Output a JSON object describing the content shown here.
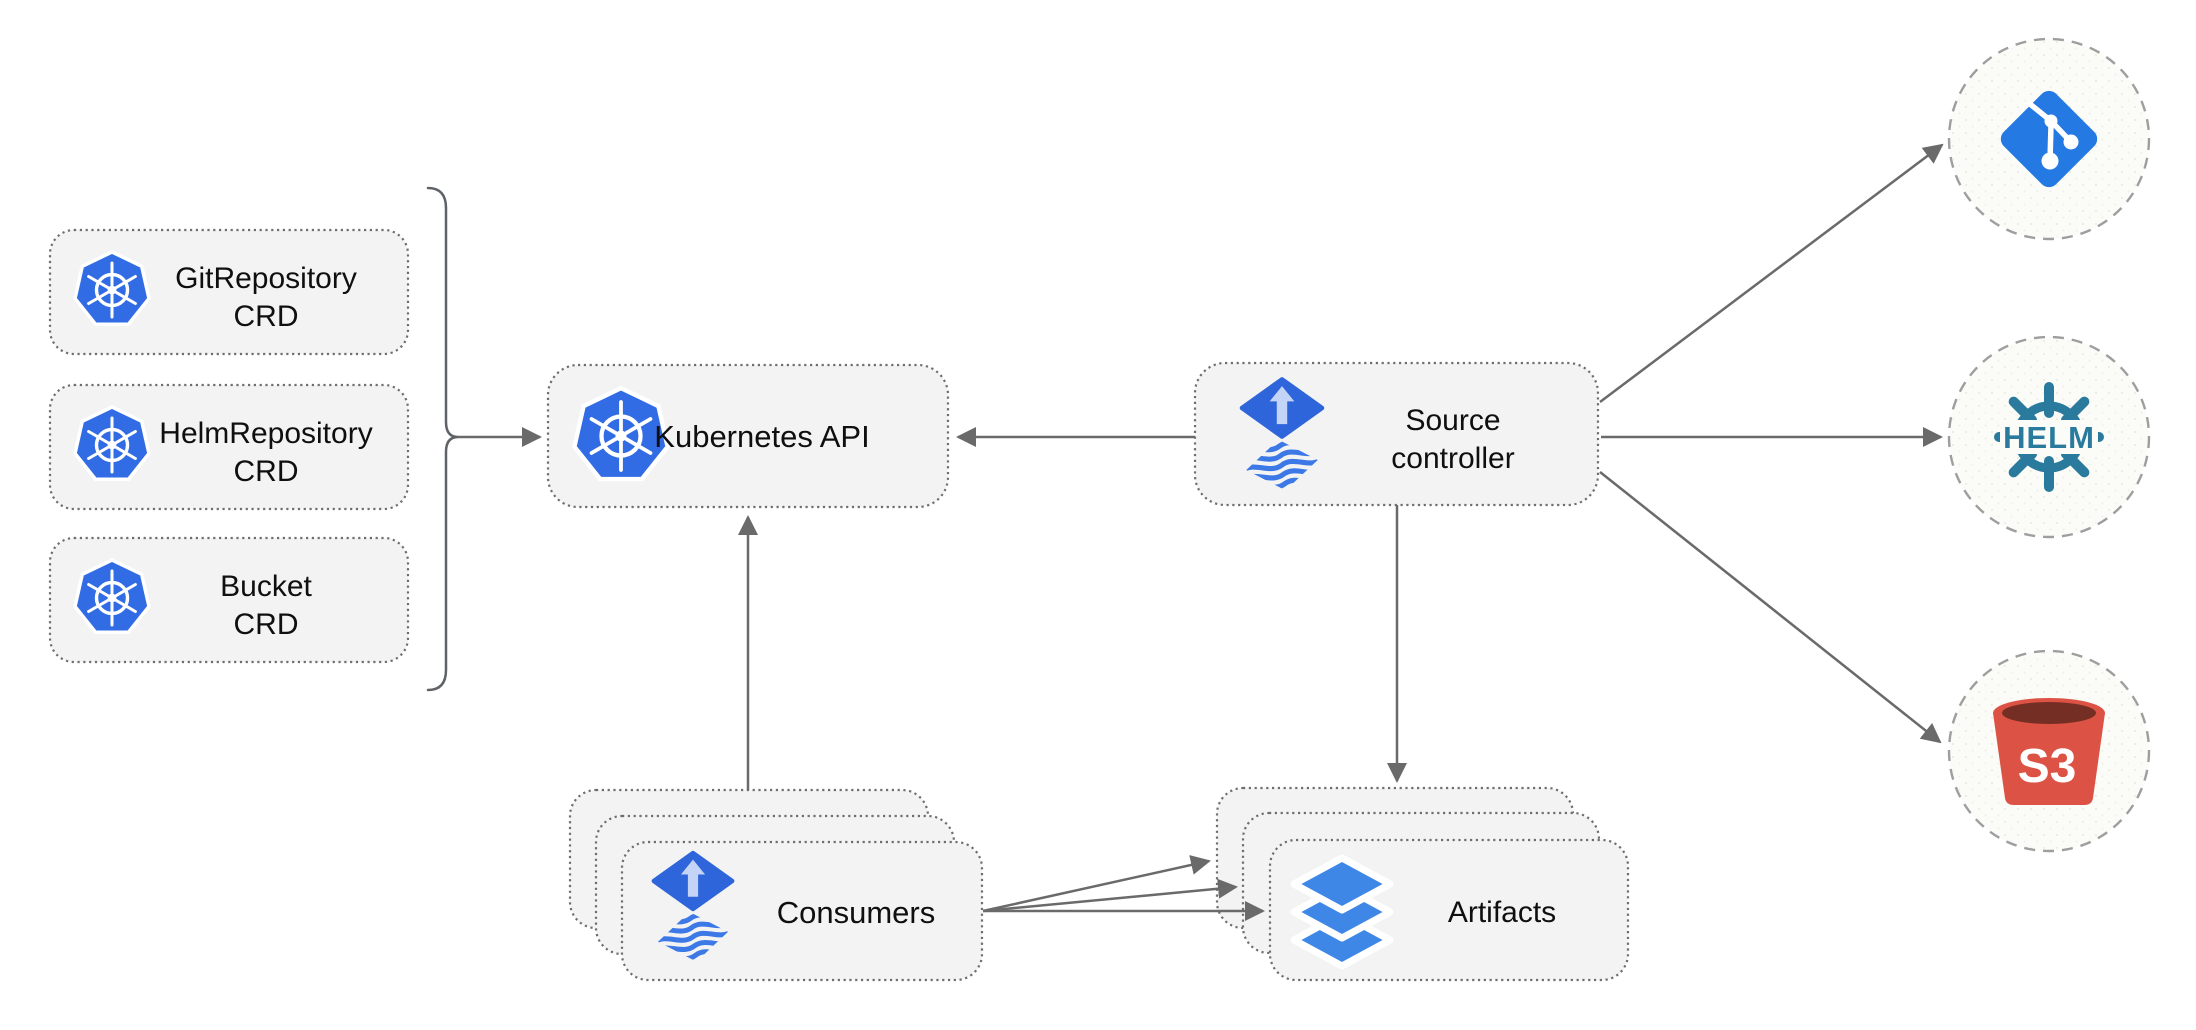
{
  "diagram": {
    "nodes": {
      "git_repository_crd": {
        "label_line1": "GitRepository",
        "label_line2": "CRD",
        "icon": "kubernetes-icon"
      },
      "helm_repository_crd": {
        "label_line1": "HelmRepository",
        "label_line2": "CRD",
        "icon": "kubernetes-icon"
      },
      "bucket_crd": {
        "label_line1": "Bucket",
        "label_line2": "CRD",
        "icon": "kubernetes-icon"
      },
      "kubernetes_api": {
        "label": "Kubernetes API",
        "icon": "kubernetes-icon"
      },
      "source_controller": {
        "label_line1": "Source",
        "label_line2": "controller",
        "icon": "flux-icon"
      },
      "consumers": {
        "label": "Consumers",
        "icon": "flux-icon",
        "stacked": 3
      },
      "artifacts": {
        "label": "Artifacts",
        "icon": "layers-icon",
        "stacked": 3
      },
      "git_source": {
        "icon": "git-icon"
      },
      "helm_source": {
        "icon": "helm-icon",
        "label": "HELM"
      },
      "s3_source": {
        "icon": "s3-bucket-icon",
        "label": "S3"
      }
    },
    "edges": [
      {
        "from": "crd-bracket",
        "to": "kubernetes_api"
      },
      {
        "from": "source_controller",
        "to": "kubernetes_api"
      },
      {
        "from": "consumers",
        "to": "kubernetes_api"
      },
      {
        "from": "source_controller",
        "to": "artifacts"
      },
      {
        "from": "source_controller",
        "to": "git_source"
      },
      {
        "from": "source_controller",
        "to": "helm_source"
      },
      {
        "from": "source_controller",
        "to": "s3_source"
      },
      {
        "from": "consumers",
        "to": "artifacts",
        "arrow_count": 3
      }
    ],
    "colors": {
      "kubernetes_blue": "#326CE5",
      "flux_diamond_blue": "#2E65DA",
      "flux_arrow_light": "#C3D4F6",
      "flux_waves_blue": "#3D79E6",
      "layers_blue": "#3E87E6",
      "git_blue": "#2479E2",
      "helm_teal": "#2A7A9D",
      "s3_red": "#DC5345",
      "s3_dark": "#742E23",
      "box_fill": "#F3F3F3",
      "box_border": "#6E6E6E",
      "circle_fill": "#FBFBF8",
      "circle_border": "#9E9E9E",
      "arrow_gray": "#6A6A6A",
      "text_black": "#0F0F0F"
    }
  }
}
